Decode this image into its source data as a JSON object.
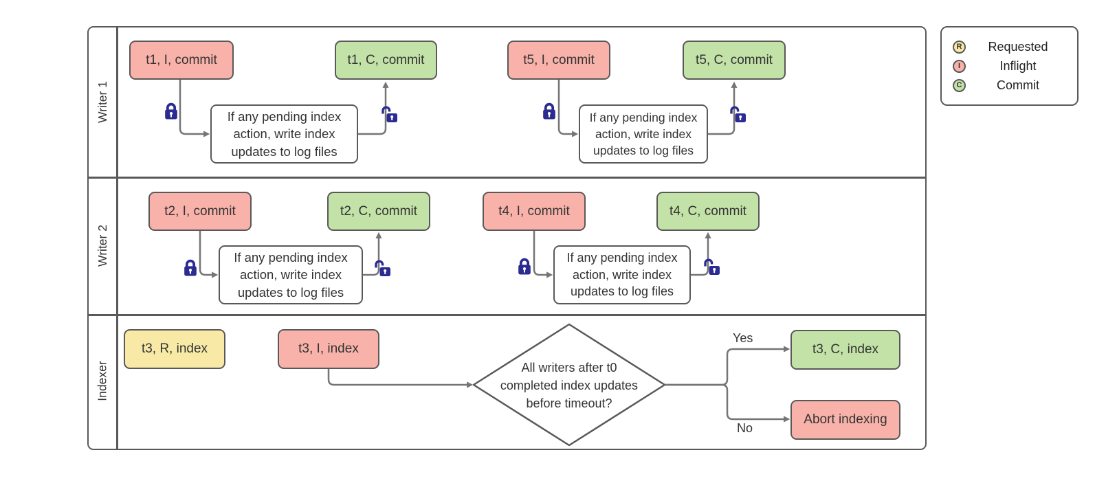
{
  "colors": {
    "requested": "#f8eaa6",
    "inflight": "#f9b2aa",
    "commit": "#c3e2a8",
    "shape_border": "#595959",
    "connector": "#757575",
    "lock": "#2b2b91"
  },
  "swimlanes": {
    "lanes": [
      {
        "label": "Writer 1"
      },
      {
        "label": "Writer 2"
      },
      {
        "label": "Indexer"
      }
    ]
  },
  "flow_note": "If any pending index\naction, write index\nupdates to log files",
  "nodes": {
    "t1_inflight": "t1, I, commit",
    "t1_commit": "t1, C, commit",
    "t5_inflight": "t5, I, commit",
    "t5_commit": "t5, C, commit",
    "t2_inflight": "t2, I, commit",
    "t2_commit": "t2, C, commit",
    "t4_inflight": "t4, I, commit",
    "t4_commit": "t4, C, commit",
    "t3_requested": "t3, R, index",
    "t3_inflight": "t3, I, index",
    "t3_commit": "t3, C, index",
    "abort": "Abort indexing"
  },
  "decision": {
    "question": "All writers after t0\ncompleted index updates\nbefore timeout?",
    "yes": "Yes",
    "no": "No"
  },
  "legend": {
    "items": [
      {
        "letter": "R",
        "label": "Requested",
        "color": "#f8eaa6"
      },
      {
        "letter": "I",
        "label": "Inflight",
        "color": "#f9b2aa"
      },
      {
        "letter": "C",
        "label": "Commit",
        "color": "#c3e2a8"
      }
    ]
  }
}
